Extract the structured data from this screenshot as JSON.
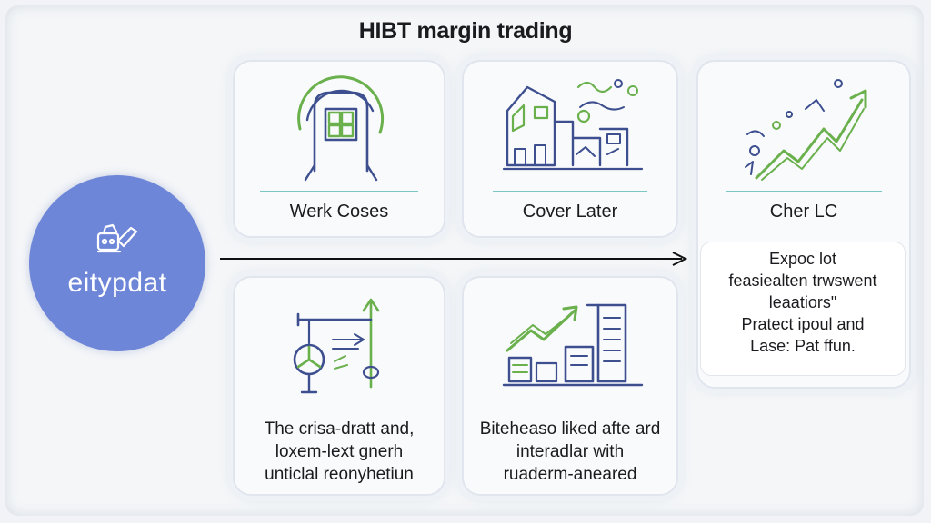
{
  "title": "HIBT margin trading",
  "hub": {
    "label": "eitypdat",
    "logo_icon": "robot-hand-icon",
    "color": "#6e86d8"
  },
  "cards": {
    "work_cases": {
      "label": "Werk Coses",
      "icon": "house-window-icon"
    },
    "cover_later": {
      "label": "Cover Later",
      "icon": "buildings-sketch-icon"
    },
    "cher_lc": {
      "label": "Cher LC",
      "icon": "rising-chart-icon"
    },
    "left_bottom": {
      "lines": [
        "The crisa-dratt and,",
        "loxem-lext gnerh",
        "unticlal reonyhetiun"
      ],
      "icon": "wind-turbine-icon"
    },
    "mid_bottom": {
      "lines": [
        "Biteheaso liked afte ard",
        "interadlar with",
        "ruaderm-aneared"
      ],
      "icon": "growth-bars-icon"
    }
  },
  "detail": {
    "lines": [
      "Expoc lot",
      "feasiealten trwswent",
      "leaatiors\"",
      "Pratect ipoul and",
      "Lase: Pat ffun."
    ]
  },
  "colors": {
    "accent_teal": "#7cc7c4",
    "accent_green": "#6ab04c",
    "line_blue": "#3d4f8f",
    "arrow": "#111111"
  }
}
